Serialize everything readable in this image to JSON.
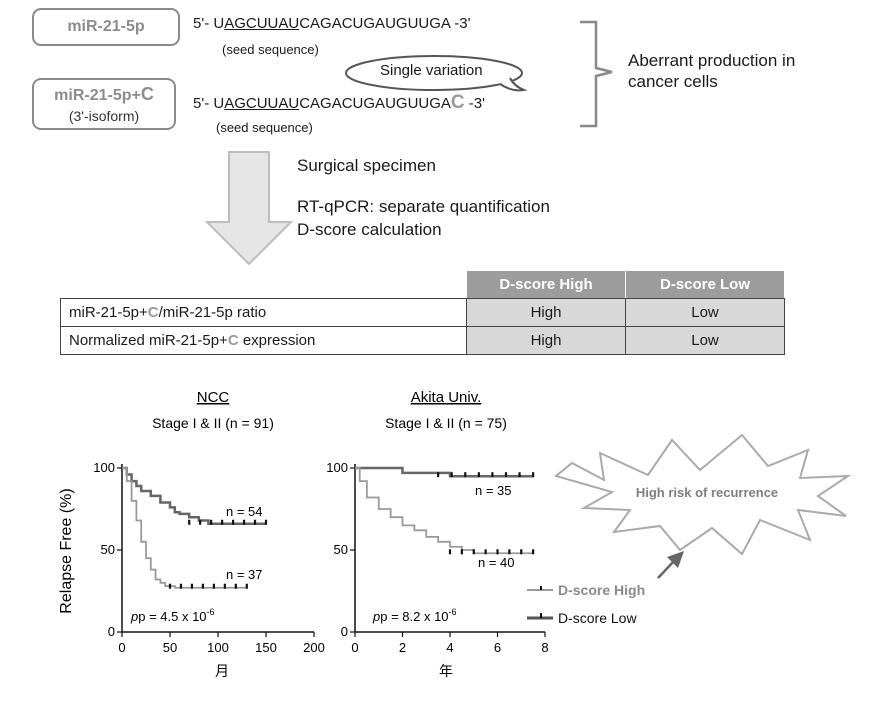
{
  "top": {
    "mir_a": "miR-21-5p",
    "mir_b_line1": "miR-21-5p+",
    "mir_b_c": "C",
    "mir_b_line2": "(3'-isoform)",
    "seq1": {
      "prefix": "5'- U",
      "seed": "AGCUUAU",
      "rest": "CAGACUGAUGUUGA -3'"
    },
    "seq2": {
      "prefix": "5'- U",
      "seed": "AGCUUAU",
      "rest": "CAGACUGAUGUUGA",
      "extra": "C",
      "suffix": " -3'"
    },
    "seed_label": "(seed sequence)",
    "callout": "Single variation",
    "aberrant_1": "Aberrant production in",
    "aberrant_2": "cancer cells"
  },
  "process": {
    "specimen": "Surgical specimen",
    "rtqpcr": "RT-qPCR: separate quantification",
    "dscore_calc": "D-score calculation"
  },
  "table": {
    "headers": [
      "D-score High",
      "D-score Low"
    ],
    "rows": [
      {
        "label_pre": "miR-21-5p+",
        "label_c": "C",
        "label_post": "/miR-21-5p ratio",
        "high": "High",
        "low": "Low"
      },
      {
        "label_pre": "Normalized miR-21-5p+",
        "label_c": "C",
        "label_post": " expression",
        "high": "High",
        "low": "Low"
      }
    ]
  },
  "legend": {
    "high": "D-score High",
    "low": "D-score Low"
  },
  "risk_label": "High risk of recurrence",
  "chart_data": [
    {
      "type": "line",
      "title": "NCC",
      "subtitle": "Stage I & II (n = 91)",
      "ylabel": "Relapse Free (%)",
      "xlabel": "月",
      "xlim": [
        0,
        200
      ],
      "ylim": [
        0,
        100
      ],
      "xticks": [
        0,
        50,
        100,
        150,
        200
      ],
      "yticks": [
        0,
        50,
        100
      ],
      "pvalue": "p = 4.5 x 10",
      "pexp": "-6",
      "series": [
        {
          "name": "D-score Low",
          "n_label": "n = 54",
          "x": [
            0,
            5,
            10,
            15,
            20,
            30,
            40,
            50,
            55,
            60,
            70,
            80,
            90,
            100,
            120,
            150
          ],
          "y": [
            100,
            96,
            92,
            89,
            86,
            83,
            79,
            76,
            73,
            72,
            70,
            68,
            66,
            66,
            66,
            66
          ]
        },
        {
          "name": "D-score High",
          "n_label": "n = 37",
          "x": [
            0,
            5,
            10,
            15,
            20,
            25,
            30,
            35,
            40,
            45,
            50,
            55,
            60,
            80,
            100,
            130
          ],
          "y": [
            100,
            92,
            80,
            68,
            55,
            45,
            38,
            32,
            30,
            28,
            28,
            27,
            27,
            27,
            27,
            27
          ]
        }
      ]
    },
    {
      "type": "line",
      "title": "Akita Univ.",
      "subtitle": "Stage I & II (n = 75)",
      "xlabel": "年",
      "xlim": [
        0,
        8
      ],
      "ylim": [
        0,
        100
      ],
      "xticks": [
        0,
        2,
        4,
        6,
        8
      ],
      "yticks": [
        0,
        50,
        100
      ],
      "pvalue": "p = 8.2 x 10",
      "pexp": "-6",
      "series": [
        {
          "name": "D-score Low",
          "n_label": "n = 35",
          "x": [
            0,
            0.5,
            1,
            2,
            3,
            3.5,
            4,
            5,
            6,
            7,
            7.5
          ],
          "y": [
            100,
            100,
            100,
            97,
            97,
            97,
            95,
            95,
            95,
            95,
            95
          ]
        },
        {
          "name": "D-score High",
          "n_label": "n = 40",
          "x": [
            0,
            0.2,
            0.5,
            1,
            1.5,
            2,
            2.5,
            3,
            3.5,
            4,
            4.5,
            5,
            6,
            7,
            7.5
          ],
          "y": [
            100,
            92,
            82,
            75,
            70,
            65,
            62,
            58,
            55,
            52,
            50,
            48,
            48,
            48,
            48
          ]
        }
      ]
    }
  ]
}
